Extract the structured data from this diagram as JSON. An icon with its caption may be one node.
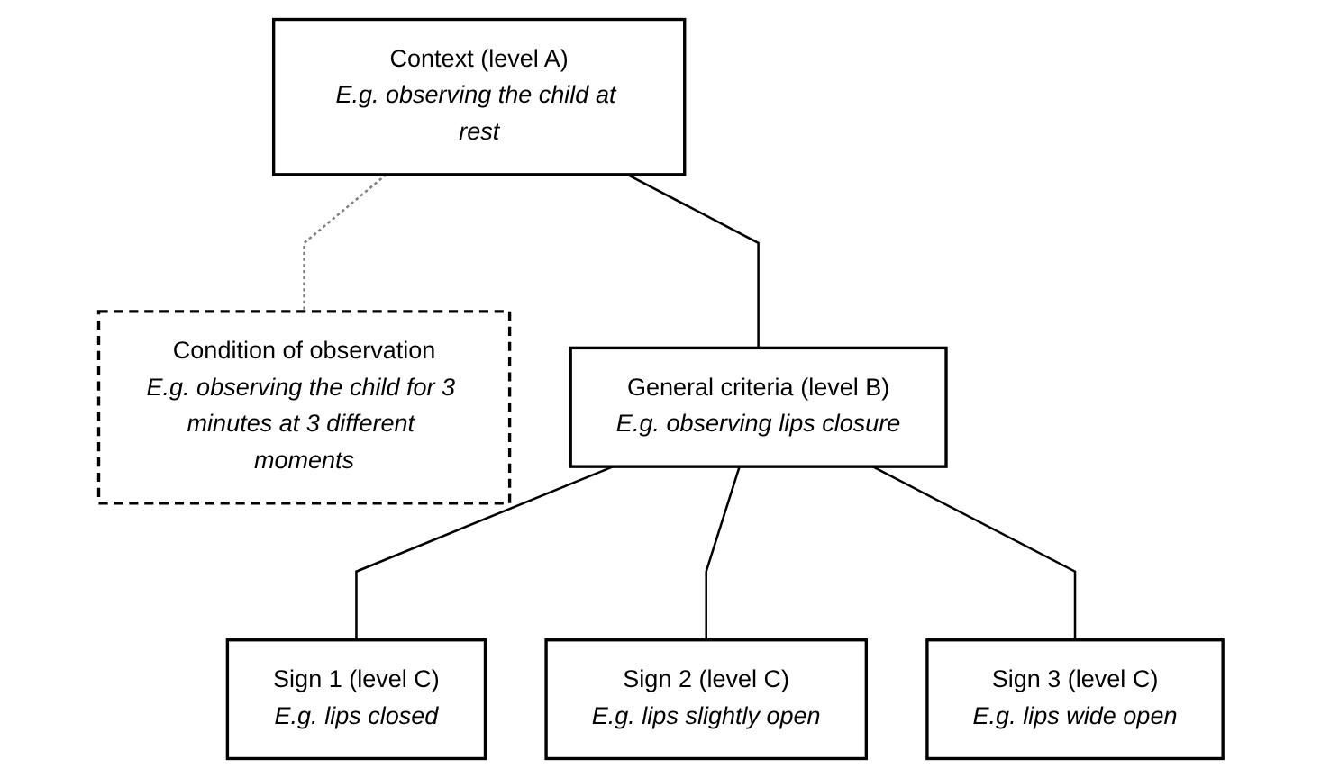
{
  "diagram": {
    "nodes": [
      {
        "text": [
          "Context (level A)",
          "E.g. observing the child at rest"
        ]
      },
      {
        "text": [
          "Condition of observation",
          "E.g. observing the child for 3 minutes at 3 different moments"
        ]
      },
      {
        "text": [
          "General criteria (level B)",
          "E.g. observing lips closure"
        ]
      },
      {
        "text": [
          "Sign 1 (level C)",
          "E.g. lips closed"
        ]
      },
      {
        "text": [
          "Sign 2 (level C)",
          "E.g. lips slightly open"
        ]
      },
      {
        "text": [
          "Sign 3 (level C)",
          "E.g. lips wide open"
        ]
      }
    ],
    "edges": [
      {
        "from": 0,
        "to": 1,
        "arrow": "none",
        "style": "dashed",
        "color": "#808080"
      },
      {
        "from": 0,
        "to": 2,
        "arrow": "none"
      },
      {
        "from": 2,
        "to": 3,
        "arrow": "none"
      },
      {
        "from": 2,
        "to": 4,
        "arrow": "none"
      },
      {
        "from": 2,
        "to": 5,
        "arrow": "none"
      }
    ]
  }
}
